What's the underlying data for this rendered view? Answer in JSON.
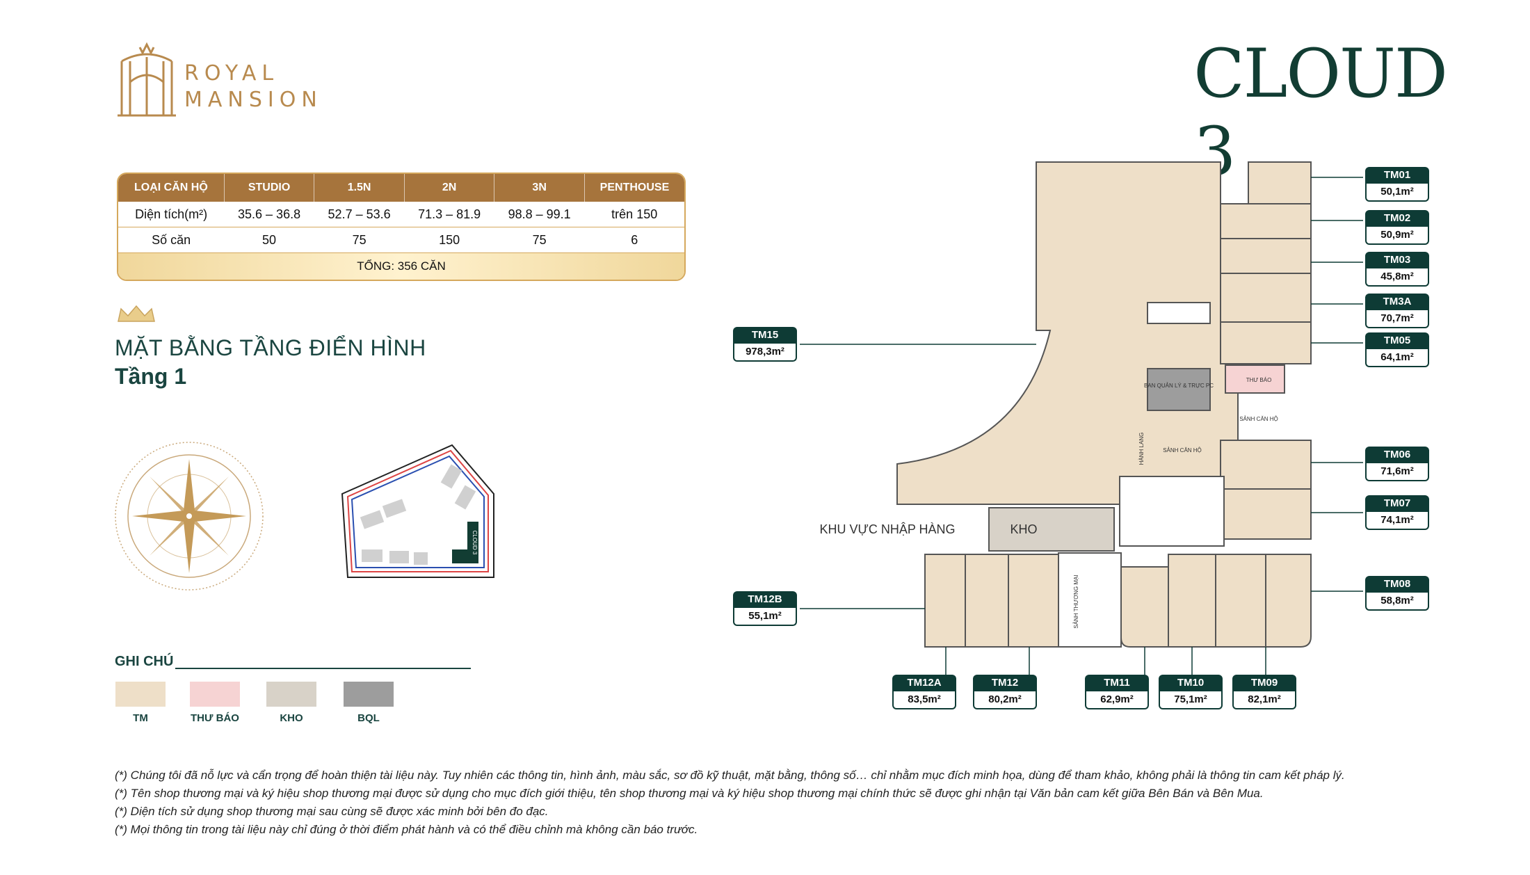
{
  "brand": {
    "line1": "ROYAL",
    "line2": "MANSION"
  },
  "building": {
    "title": "CLOUD 3"
  },
  "unit_table": {
    "headers": [
      "LOẠI CĂN HỘ",
      "STUDIO",
      "1.5N",
      "2N",
      "3N",
      "PENTHOUSE"
    ],
    "rows": [
      [
        "Diện tích(m²)",
        "35.6 – 36.8",
        "52.7 – 53.6",
        "71.3 – 81.9",
        "98.8 – 99.1",
        "trên 150"
      ],
      [
        "Số căn",
        "50",
        "75",
        "150",
        "75",
        "6"
      ]
    ],
    "total": "TỔNG: 356 CĂN"
  },
  "plan_heading": {
    "title": "MẶT BẰNG TẦNG ĐIỂN HÌNH",
    "subtitle": "Tầng 1"
  },
  "keymap": {
    "label": "CLOUD 3"
  },
  "legend": {
    "title": "GHI CHÚ",
    "items": [
      {
        "label": "TM",
        "color": "#eedfc8"
      },
      {
        "label": "THƯ BÁO",
        "color": "#f6d3d3"
      },
      {
        "label": "KHO",
        "color": "#d8d2c8"
      },
      {
        "label": "BQL",
        "color": "#9d9d9d"
      }
    ]
  },
  "plan": {
    "areas": {
      "import_zone": "KHU VỰC NHẬP HÀNG",
      "storage": "KHO",
      "management": "BAN QUẢN LÝ & TRỰC PC",
      "mailroom": "THƯ BÁO",
      "lobby_right": "SẢNH CĂN HỘ",
      "lobby_center": "SẢNH CĂN HỘ",
      "corridor": "HÀNH LANG",
      "commercial_lobby": "SẢNH THƯƠNG MẠI"
    },
    "units": [
      {
        "id": "TM01",
        "area": "50,1m²"
      },
      {
        "id": "TM02",
        "area": "50,9m²"
      },
      {
        "id": "TM03",
        "area": "45,8m²"
      },
      {
        "id": "TM3A",
        "area": "70,7m²"
      },
      {
        "id": "TM05",
        "area": "64,1m²"
      },
      {
        "id": "TM06",
        "area": "71,6m²"
      },
      {
        "id": "TM07",
        "area": "74,1m²"
      },
      {
        "id": "TM08",
        "area": "58,8m²"
      },
      {
        "id": "TM09",
        "area": "82,1m²"
      },
      {
        "id": "TM10",
        "area": "75,1m²"
      },
      {
        "id": "TM11",
        "area": "62,9m²"
      },
      {
        "id": "TM12",
        "area": "80,2m²"
      },
      {
        "id": "TM12A",
        "area": "83,5m²"
      },
      {
        "id": "TM12B",
        "area": "55,1m²"
      },
      {
        "id": "TM15",
        "area": "978,3m²"
      }
    ]
  },
  "notes": [
    "(*) Chúng tôi đã nỗ lực và cẩn trọng để hoàn thiện tài liệu này. Tuy nhiên các thông tin, hình ảnh, màu sắc, sơ đồ kỹ thuật, mặt bằng, thông số… chỉ nhằm mục đích minh họa, dùng để tham khảo, không phải là thông tin cam kết pháp lý.",
    "(*) Tên shop thương mại và ký hiệu shop thương mại được sử dụng cho mục đích giới thiệu, tên shop thương mại và ký hiệu shop thương mại chính thức sẽ được ghi nhận tại Văn bản cam kết giữa Bên Bán và Bên Mua.",
    "(*) Diện tích sử dụng shop thương mại sau cùng sẽ được xác minh bởi bên đo đạc.",
    "(*) Mọi thông tin trong tài liệu này chỉ đúng ở thời điểm phát hành và có thể điều chỉnh mà không cần báo trước."
  ]
}
